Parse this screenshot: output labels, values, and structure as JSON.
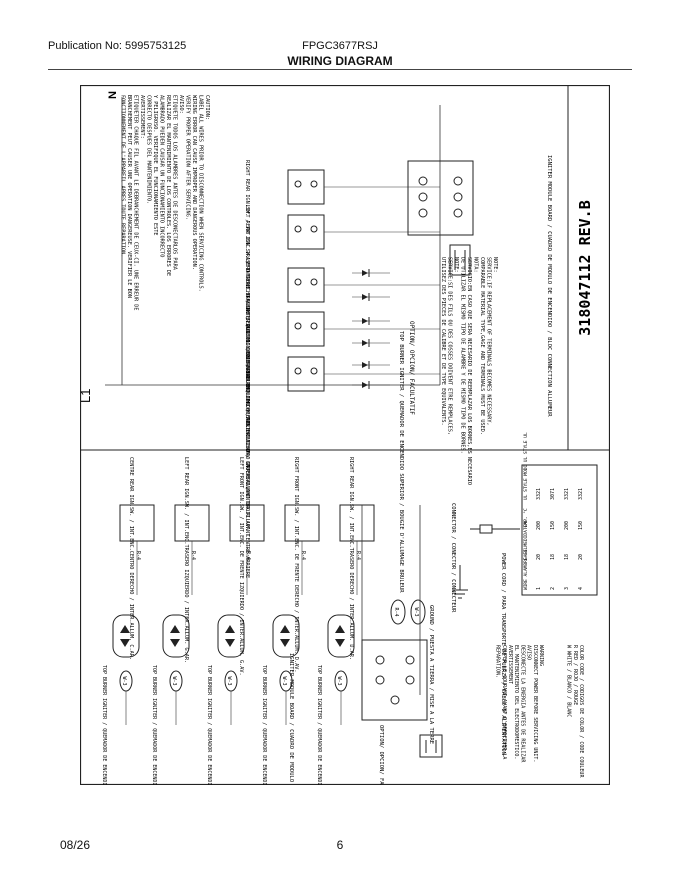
{
  "header": {
    "publication": "Publication No: 5995753125",
    "model": "FPGC3677RSJ",
    "title": "WIRING DIAGRAM"
  },
  "footer": {
    "date": "08/26",
    "page": "6"
  },
  "diagram": {
    "terminal_l1": "L1",
    "terminal_n": "N",
    "part_number": "318047112 REV.B",
    "caution": [
      "CAUTION:",
      "LABEL ALL WIRES PRIOR TO DISCONNECTION WHEN SERVICING CONTROLS.",
      "WIRING ERROR CAN CAUSE IMPROPER AND DANGEROUS OPERATION.",
      "VERIFY PROPER OPERATION AFTER SERVICING.",
      "AVISO:",
      "ETIQUETE TODOS LOS ALAMBRES ANTES DE DESCONECTARLOS PARA",
      "REALIZAR EL MANTENIMIENTO DE LOS CONTROLES. LOS ERRORES DE",
      "ALAMBRADO PUEDEN CAUSAR UN FUNCIONAMIENTO INCORRECTO",
      "Y PELIGROSO. VERIFIQUE EL FUNCIONAMIENTO ESTE",
      "CORRECTO DESPUES DEL MANTENIMIENTO.",
      "AVERTISSEMENT:",
      "ETIQUETER CHAQUE FIL AVANT LE DEBRANCHEMENT DE CEUX-CI. UNE ERREUR DE",
      "BRANCHEMENT PEUT CAUSER UNE OPERATION DANGEREUSE. VERIFIER LE BON",
      "FONCTIONNEMENT DE L'APPAREIL APRES TOUTE REPARATION."
    ],
    "top_switches": [
      "CENTER REAR IGN.SW. / INT.ENC.CENTRO TRASERO / INTER.ALLUM. CENTRE ARRIERE",
      "RIGHT FRONT IGN.SW. / INT.ENC. DE FRENTE DERECHO / INTER.ALLUM. DROIT AVANT",
      "LEFT FRONT IGN.SW. / INT.ENC. DE FRENTE IZQUIERDO / INTER.ALLUM. GAUCHE AVANT",
      "LEFT REAR IGN.SW. / INT.ENC.TRASERO IZQUIERDO / INTER.ALLUM. GAUCHE ARRIERE",
      "RIGHT REAR IGN.SW. / INT.ENC.TRASERO DERECHO / INTER.ALLUM. DROIT ARRIERE"
    ],
    "top_igniter": "TOP BURNER IGNITER / QUEMADOR DE ENCENDIDO SUPERIOR / BOUGIE D'ALLUMAGE BRULEUR",
    "option_label": "OPTION/ OPCION/ FACULTATIF",
    "module_board": "IGNITER MODULE BOARD / CUADRO DE MODULO DE ENCENDIDO / BLOC CONNECTION ALLUMEUR",
    "note": [
      "NOTE:",
      "SERVICE:IF REPLACEMENT OF TERMINALS BECOMES NECESSARY,",
      "COMPARABLE MATERIAL TYPE,GAGE AND TERMINALS MUST BE USED.",
      "NOTA:",
      "SERVICIO:EN CASO QUE SERA NECESARIO DE REEMPLAZAR LOS BORNES,ES NECESARIO",
      "DE UTILIZAR EL MISMO TIPO DE ALAMBRE Y DE MISMO TIPO DE BORNES.",
      "NOTE:",
      "SERVICE:SI DES FILS OU DES COSSES DOIVENT ETRE REMPLACES,",
      "UTILISEZ DES PIECES DE CALIBRE ET DE TYPE EQUIVALENTS."
    ],
    "bottom_switches": [
      "CENTRE REAR IGN.SW. / INT.ENC.CENTRO DERECHO / INTER.ALLUM. C.AR.",
      "LEFT REAR IGN.SW. / INT.ENC.TRASERO IZQUIERDO / INTER.ALLUM. G.AR.",
      "LEFT FRONT IGN.SW. / INT.ENC. DE FRENTE IZQUIERDO / INTER.ALLUM. G.AV.",
      "RIGHT FRONT IGN.SW. / INT.ENC. DE FRENTE DERECHO / INTER.ALLUM. D.AV.",
      "RIGHT REAR IGN.SW. / INT.ENC.TRASERO DERECHO / INTER.ALLUM. D.AR."
    ],
    "wire_r4": "R-4",
    "wire_w3": "W-3",
    "connector": "CONNECTOR / CONECTOR / CONNECTEUR",
    "power_cord": "POWER CORD / PARA TRANSPORTE DE FUERZA / CABLE D'ALIMENTATION",
    "ground": "GROUND / PUESTA A TIERRA / MISE A LA TERRE",
    "warning": [
      "WARNING",
      "DISCONNECT POWER BEFORE SERVICING UNIT.",
      "AVISO",
      "DESCONECTE LA ENERGIA ANTES DE REALIZAR",
      "EL MANTENIMIENTO DEL ELECTRODOMESTICO.",
      "AVERTISSEMENT",
      "COUPER LE COURANT AVANT D'EFFECTUER LA",
      "REPARATION."
    ],
    "color_code": [
      "COLOR CODE / CODIGOS DE COLOR / CODE COULEUR",
      "R  RED / ROJO / ROUGE",
      "W  WHITE / BLANCO / BLANC"
    ],
    "wire_table": {
      "headers": [
        "WIRE ALAMBRE FIL",
        "GAGE MEDIDA CAL.",
        "TEMP. °C",
        "UL STYLE MODO UL STYLE UL"
      ],
      "rows": [
        [
          "1",
          "20",
          "200",
          "3321"
        ],
        [
          "2",
          "18",
          "150",
          "3071"
        ],
        [
          "3",
          "18",
          "200",
          "3321"
        ],
        [
          "4",
          "20",
          "150",
          "3321"
        ]
      ]
    }
  }
}
